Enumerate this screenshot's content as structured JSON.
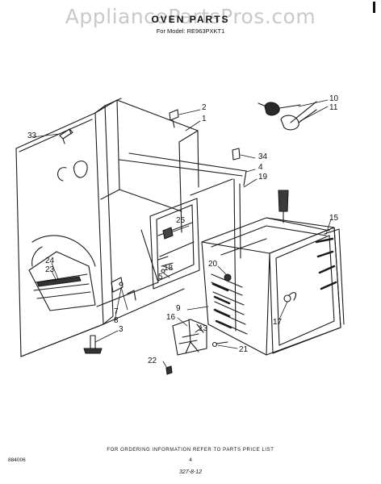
{
  "watermark": "AppliancePartsPros.com",
  "title": "OVEN PARTS",
  "model_line": "For Model: RE963PXKT1",
  "callouts": [
    "1",
    "2",
    "3",
    "4",
    "5",
    "7",
    "8",
    "9",
    "10",
    "11",
    "13",
    "15",
    "16",
    "17",
    "18",
    "19",
    "20",
    "21",
    "22",
    "23",
    "24",
    "25",
    "33",
    "34"
  ],
  "footer": {
    "ordering_note": "FOR ORDERING INFORMATION REFER TO PARTS PRICE LIST",
    "doc_code": "884006",
    "page_number": "4",
    "handwritten_code": "327-8-12"
  }
}
